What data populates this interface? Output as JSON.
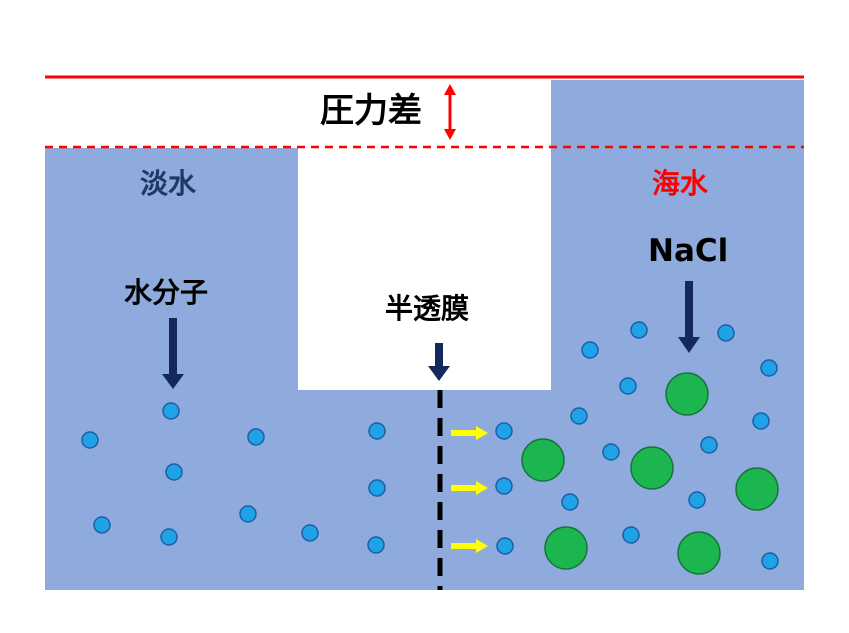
{
  "labels": {
    "pressure_difference": "圧力差",
    "fresh_water": "淡水",
    "sea_water": "海水",
    "water_molecule": "水分子",
    "semipermeable_membrane": "半透膜",
    "salt": "NaCl"
  },
  "colors": {
    "water_fill": "#8faadc",
    "fresh_label": "#1f3864",
    "sea_label": "#ff0000",
    "pressure_line": "#ff0000",
    "arrow_navy": "#13295b",
    "molecule": "#1fa2e6",
    "molecule_stroke": "#1a5fa8",
    "salt_ion": "#1bb64f",
    "salt_stroke": "#18733a",
    "flow_arrow": "#ffff00",
    "membrane": "#000000"
  },
  "icons": {
    "pressure_arrow": "double-arrow-vertical-icon",
    "pointer_arrow": "arrow-down-icon",
    "flow_arrow": "arrow-right-icon"
  }
}
